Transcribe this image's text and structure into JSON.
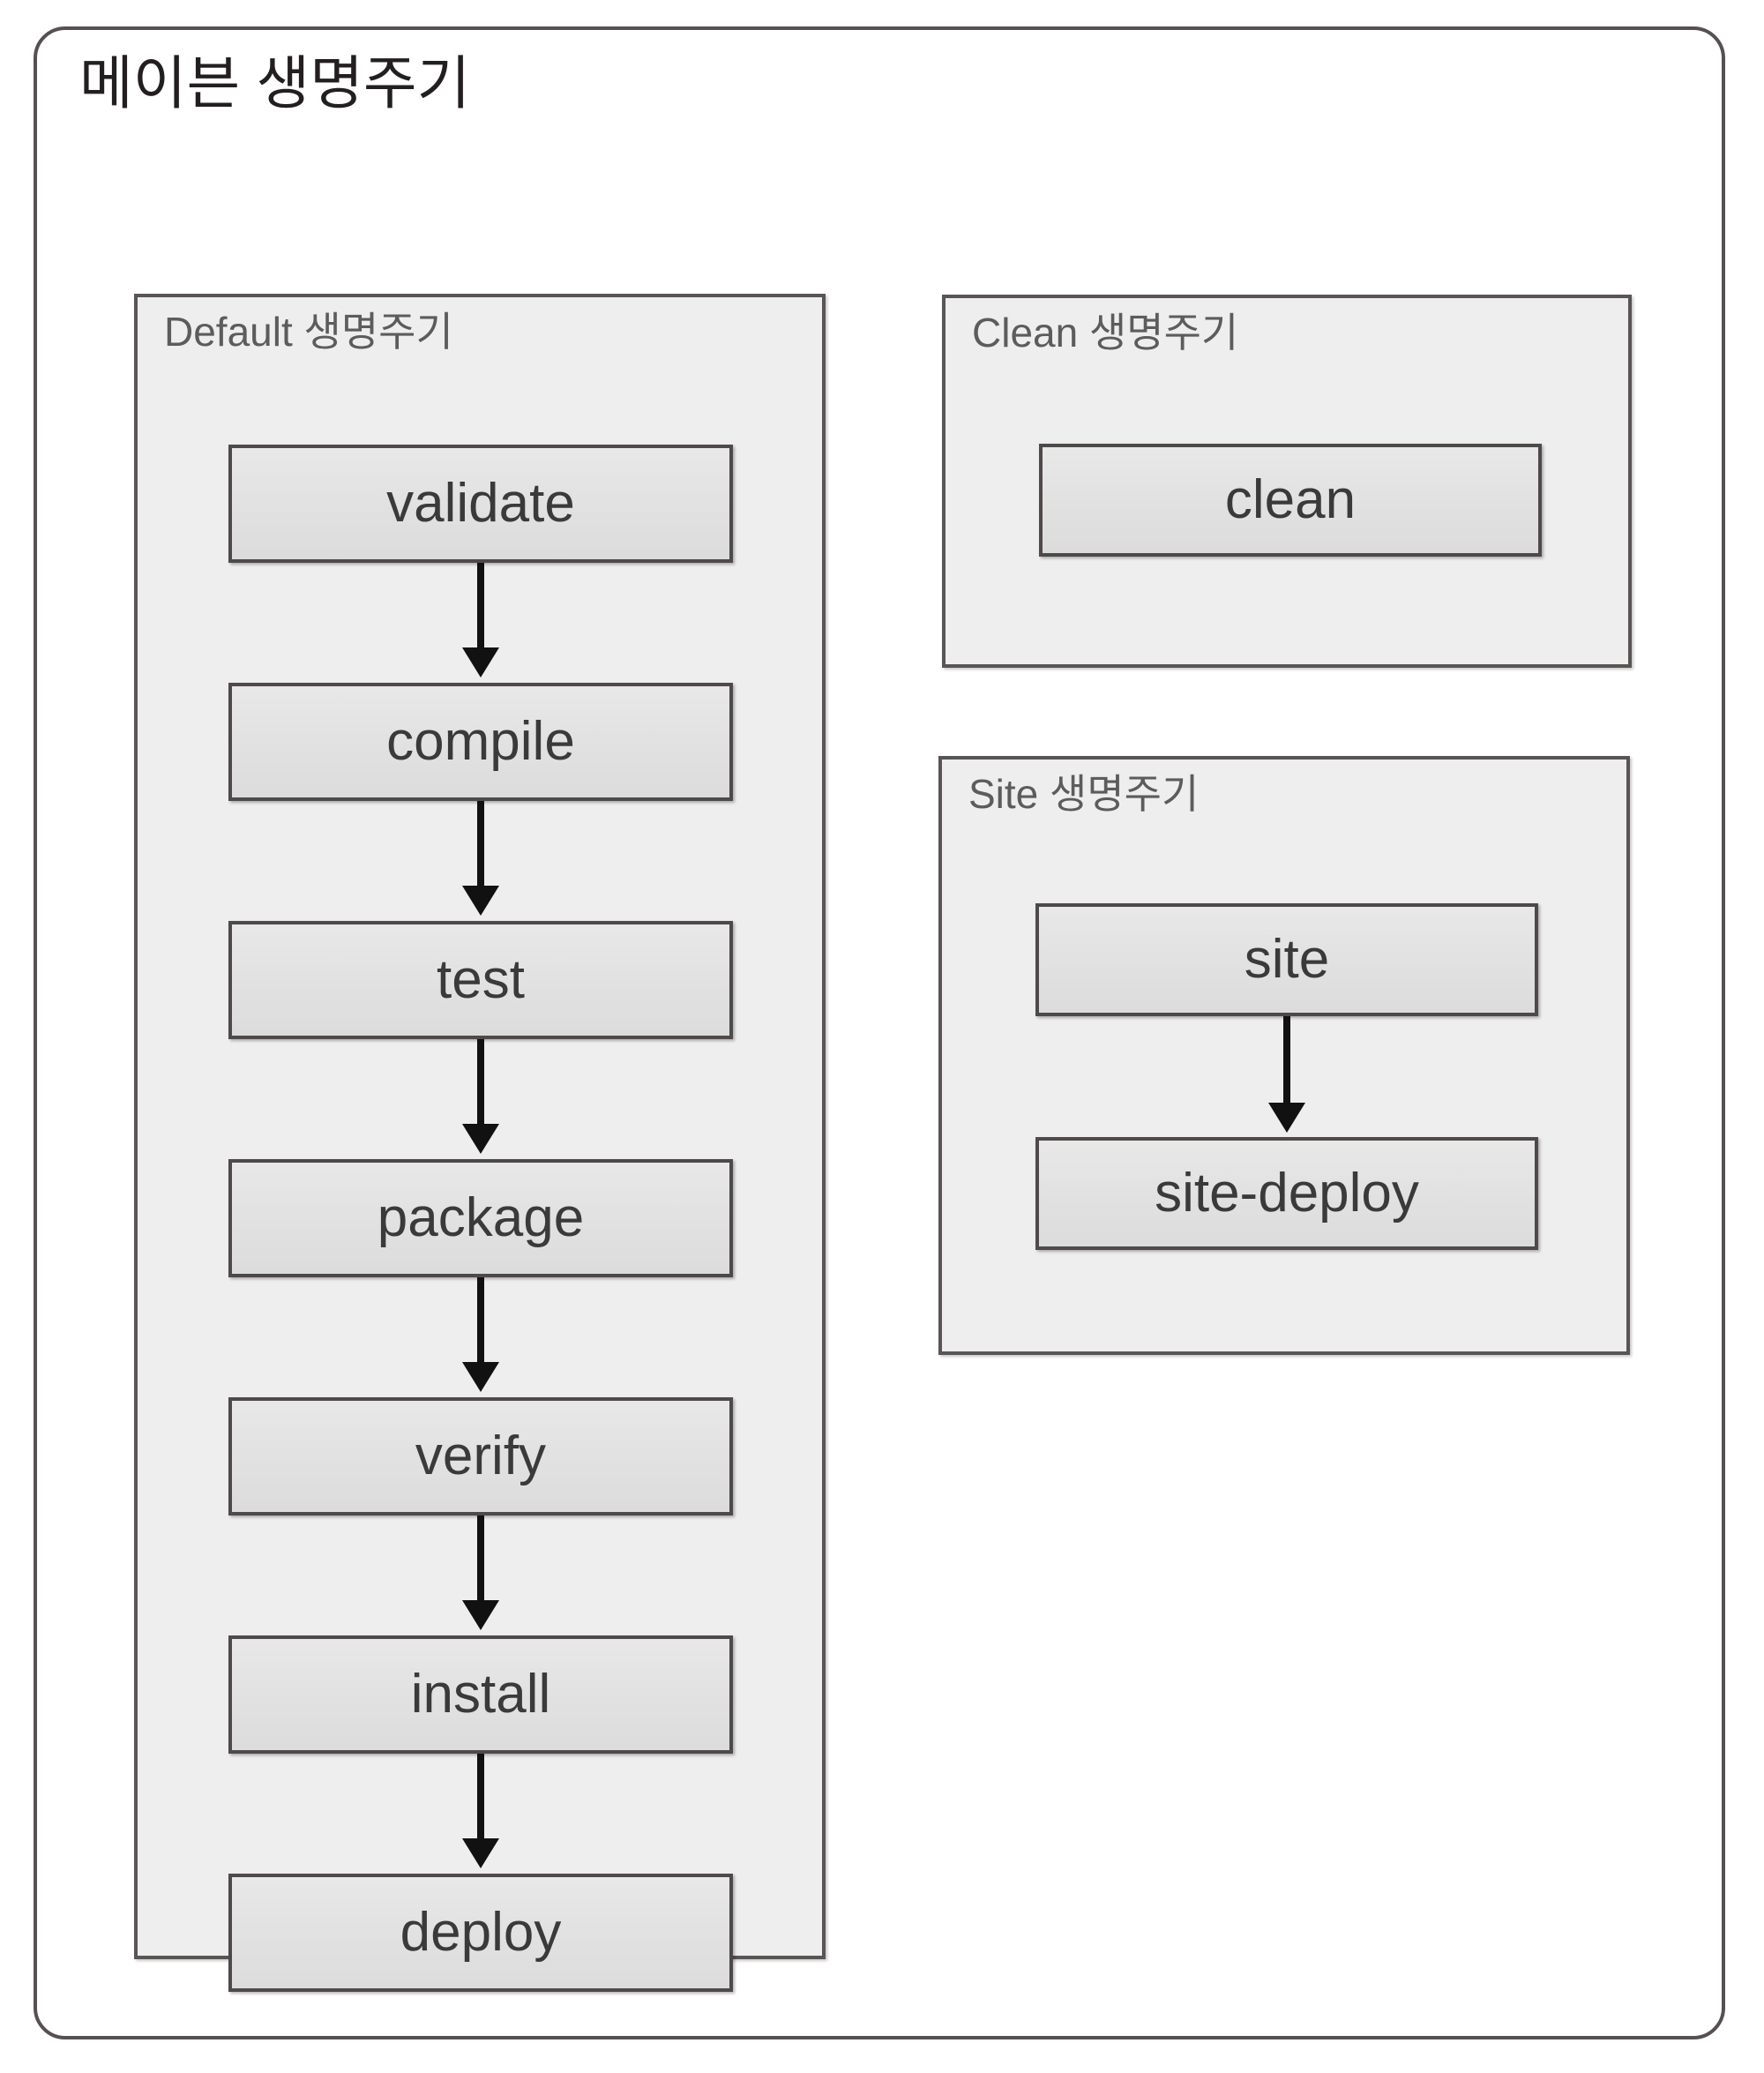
{
  "diagram": {
    "title": "메이븐 생명주기",
    "colors": {
      "frame_border": "#565050",
      "panel_background": "#eeeeee",
      "panel_border": "#5a5555",
      "panel_label_text": "#5c5c5c",
      "box_background": "#e2e2e2",
      "box_border": "#4f4a4a",
      "box_label_text": "#3a3a3a",
      "arrow": "#111111",
      "title_text": "#231f20",
      "page_background": "#ffffff"
    }
  },
  "panels": [
    {
      "id": "default",
      "label": "Default 생명주기",
      "phases": [
        {
          "label": "validate"
        },
        {
          "label": "compile"
        },
        {
          "label": "test"
        },
        {
          "label": "package"
        },
        {
          "label": "verify"
        },
        {
          "label": "install"
        },
        {
          "label": "deploy"
        }
      ],
      "flow": [
        "validate → compile",
        "compile → test",
        "test → package",
        "package → verify",
        "verify → install",
        "install → deploy"
      ]
    },
    {
      "id": "clean",
      "label": "Clean 생명주기",
      "phases": [
        {
          "label": "clean"
        }
      ],
      "flow": []
    },
    {
      "id": "site",
      "label": "Site 생명주기",
      "phases": [
        {
          "label": "site"
        },
        {
          "label": "site-deploy"
        }
      ],
      "flow": [
        "site → site-deploy"
      ]
    }
  ]
}
